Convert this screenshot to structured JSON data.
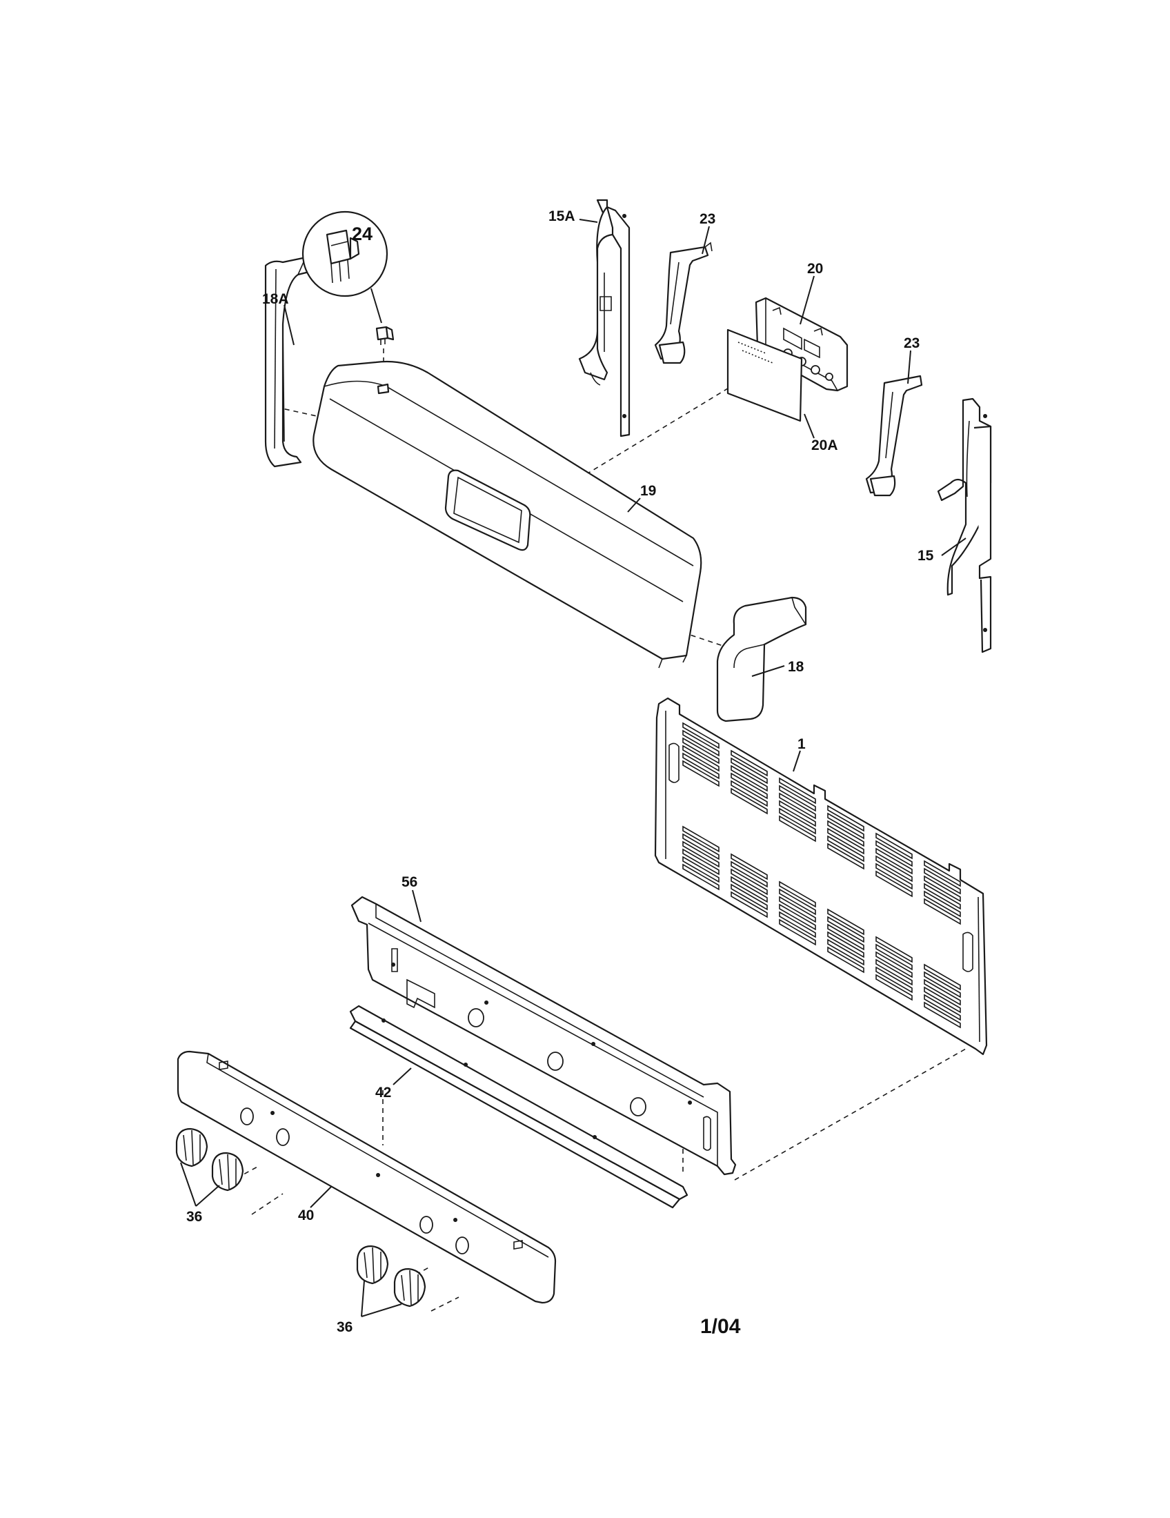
{
  "labels": {
    "p1": "1",
    "p15": "15",
    "p15a": "15A",
    "p18": "18",
    "p18a": "18A",
    "p19": "19",
    "p20": "20",
    "p20a": "20A",
    "p23_left": "23",
    "p23_right": "23",
    "p24": "24",
    "p36_left": "36",
    "p36_right": "36",
    "p40": "40",
    "p42": "42",
    "p56": "56"
  },
  "footer": {
    "date_code": "1/04"
  }
}
